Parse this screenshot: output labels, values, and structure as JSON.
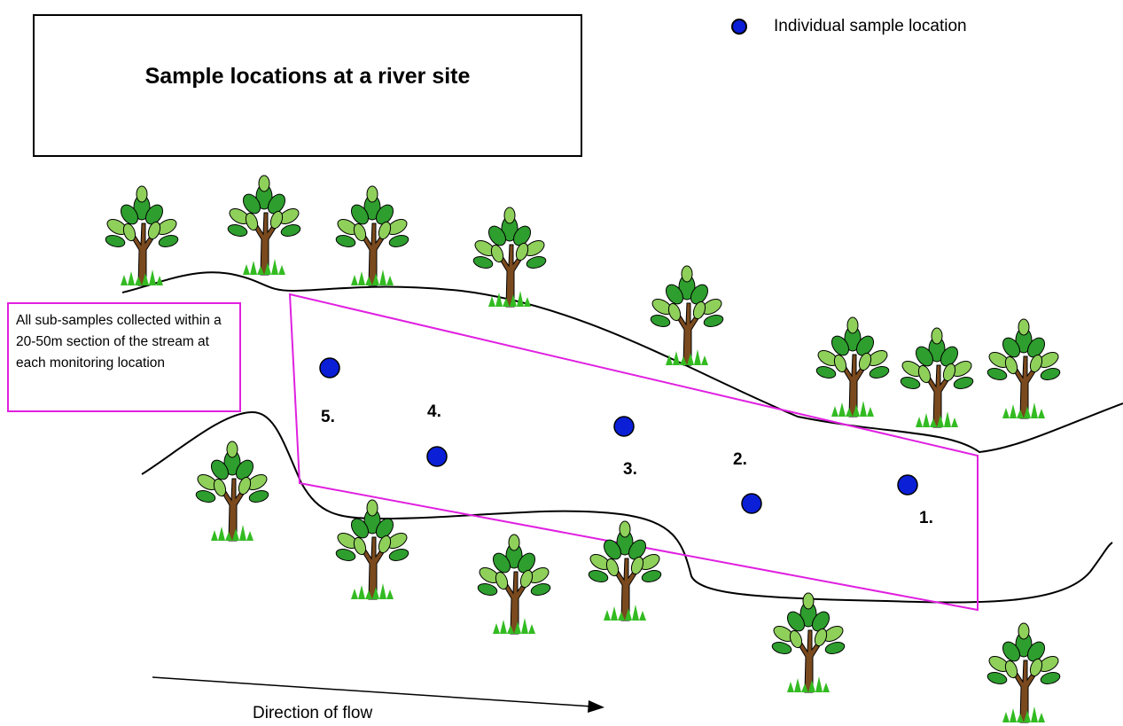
{
  "title": "Sample locations at a river site",
  "legend": {
    "label": "Individual sample location",
    "icon": "blue-dot"
  },
  "note": "All sub-samples collected within a 20-50m section of the stream at each monitoring location",
  "flow_label": "Direction of  flow",
  "samples": [
    {
      "label": "1."
    },
    {
      "label": "2."
    },
    {
      "label": "3."
    },
    {
      "label": "4."
    },
    {
      "label": "5."
    }
  ],
  "colors": {
    "sample_fill": "#0a1fd6",
    "section_outline": "#e020e0",
    "leaf": "#2e9e2e",
    "leaf_light": "#8fd05a",
    "trunk": "#7a4a1e",
    "grass": "#33bb22"
  }
}
